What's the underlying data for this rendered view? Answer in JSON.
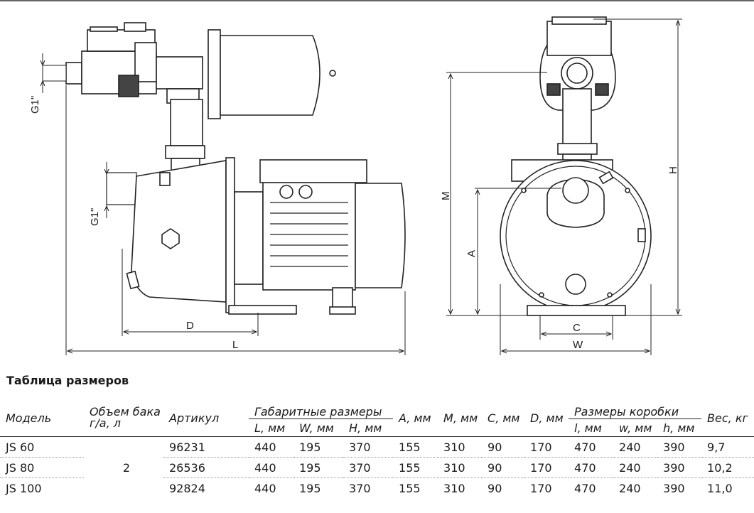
{
  "drawing": {
    "side_labels": {
      "g1_top": "G1\"",
      "g1_bottom": "G1\"",
      "d": "D",
      "l": "L"
    },
    "front_labels": {
      "m": "M",
      "h": "H",
      "a": "A",
      "c": "C",
      "w": "W"
    }
  },
  "table": {
    "title": "Таблица размеров",
    "headers": {
      "model": "Модель",
      "tank_line1": "Объем бака",
      "tank_line2": "г/а, л",
      "article": "Артикул",
      "overall_group": "Габаритные размеры",
      "L": "L, мм",
      "W": "W, мм",
      "H": "H, мм",
      "A": "A, мм",
      "M": "M, мм",
      "C": "C, мм",
      "D": "D, мм",
      "box_group": "Размеры коробки",
      "l": "l, мм",
      "w": "w, мм",
      "h": "h, мм",
      "weight": "Вес, кг"
    },
    "tank_volume": "2",
    "rows": [
      [
        "JS 60",
        "96231",
        "440",
        "195",
        "370",
        "155",
        "310",
        "90",
        "170",
        "470",
        "240",
        "390",
        "9,7"
      ],
      [
        "JS 80",
        "26536",
        "440",
        "195",
        "370",
        "155",
        "310",
        "90",
        "170",
        "470",
        "240",
        "390",
        "10,2"
      ],
      [
        "JS 100",
        "92824",
        "440",
        "195",
        "370",
        "155",
        "310",
        "90",
        "170",
        "470",
        "240",
        "390",
        "11,0"
      ]
    ]
  }
}
